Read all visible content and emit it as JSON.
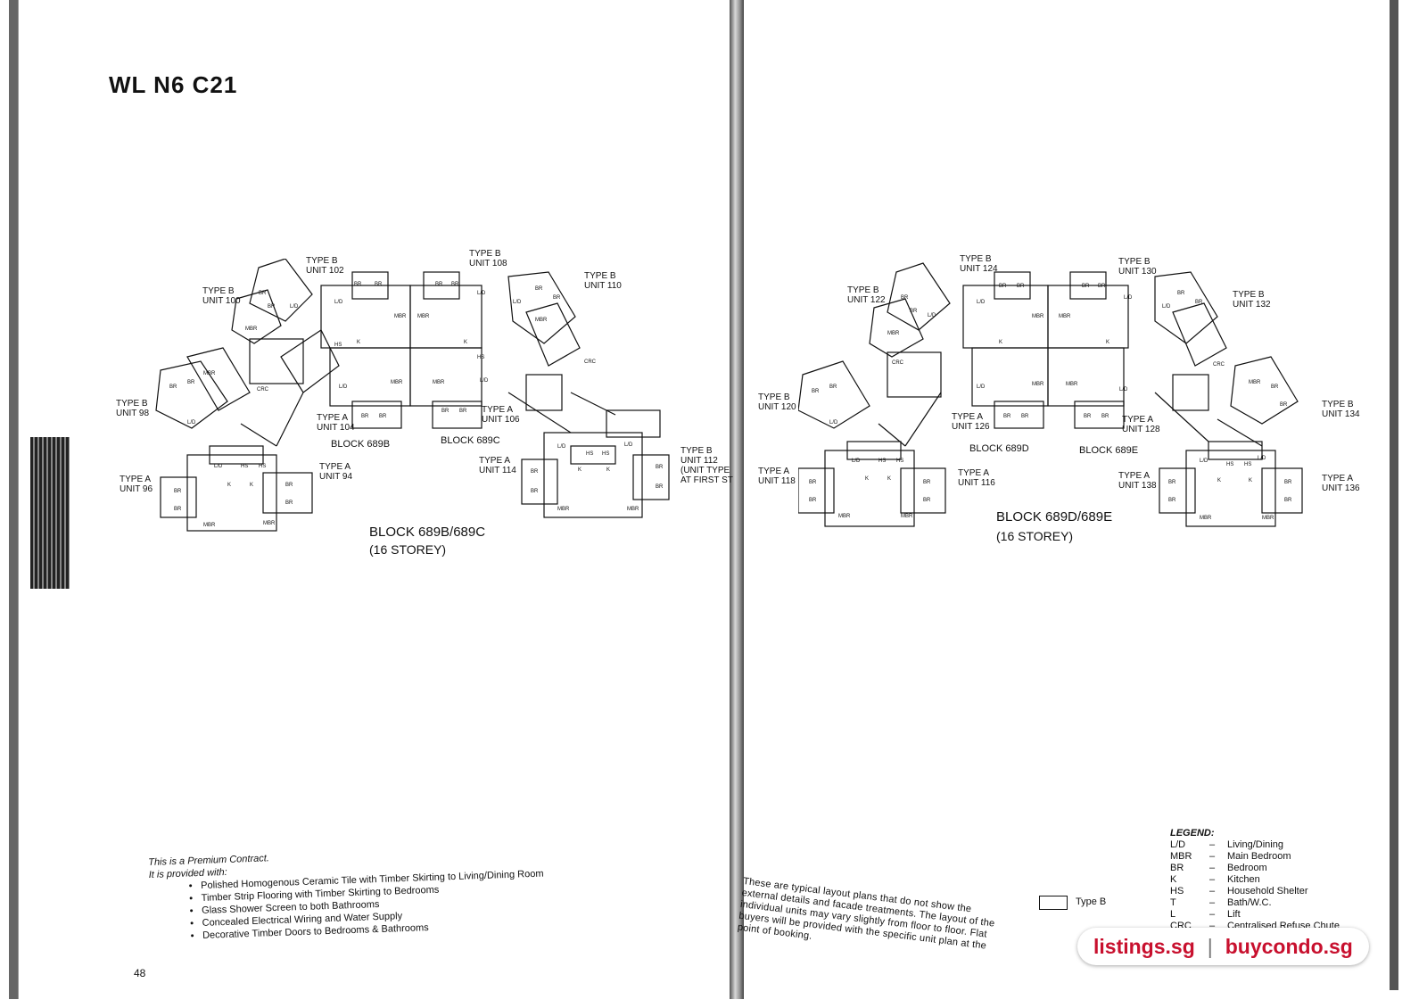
{
  "left_page": {
    "title": "WL N6 C21",
    "page_number": "48",
    "unit_labels": [
      {
        "type": "TYPE B",
        "unit": "UNIT 100"
      },
      {
        "type": "TYPE B",
        "unit": "UNIT 102"
      },
      {
        "type": "TYPE B",
        "unit": "UNIT 108"
      },
      {
        "type": "TYPE B",
        "unit": "UNIT 110"
      },
      {
        "type": "TYPE B",
        "unit": "UNIT 98"
      },
      {
        "type": "TYPE A",
        "unit": "UNIT 104"
      },
      {
        "type": "TYPE A",
        "unit": "UNIT 106"
      },
      {
        "type": "TYPE A",
        "unit": "UNIT 96"
      },
      {
        "type": "TYPE A",
        "unit": "UNIT 94"
      },
      {
        "type": "TYPE A",
        "unit": "UNIT 114"
      },
      {
        "type": "TYPE B",
        "unit": "UNIT 112",
        "note1": "(UNIT TYPE",
        "note2": "AT FIRST ST"
      }
    ],
    "block_labels": [
      "BLOCK 689B",
      "BLOCK 689C"
    ],
    "block_title": "BLOCK 689B/689C",
    "storey": "(16 STOREY)",
    "contract_heading": "This is a Premium Contract.",
    "provided_heading": "It is provided with:",
    "provisions": [
      "Polished Homogenous Ceramic Tile with Timber Skirting to Living/Dining Room",
      "Timber Strip Flooring with Timber Skirting to Bedrooms",
      "Glass Shower Screen to both Bathrooms",
      "Concealed Electrical Wiring and Water Supply",
      "Decorative Timber Doors to Bedrooms & Bathrooms"
    ]
  },
  "right_page": {
    "unit_labels": [
      {
        "type": "TYPE B",
        "unit": "UNIT 122"
      },
      {
        "type": "TYPE B",
        "unit": "UNIT 124"
      },
      {
        "type": "TYPE B",
        "unit": "UNIT 130"
      },
      {
        "type": "TYPE B",
        "unit": "UNIT 132"
      },
      {
        "type": "TYPE B",
        "unit": "UNIT 120"
      },
      {
        "type": "TYPE B",
        "unit": "UNIT 134"
      },
      {
        "type": "TYPE A",
        "unit": "UNIT 126"
      },
      {
        "type": "TYPE A",
        "unit": "UNIT 128"
      },
      {
        "type": "TYPE A",
        "unit": "UNIT 118"
      },
      {
        "type": "TYPE A",
        "unit": "UNIT 116"
      },
      {
        "type": "TYPE A",
        "unit": "UNIT 138"
      },
      {
        "type": "TYPE A",
        "unit": "UNIT 136"
      }
    ],
    "block_labels": [
      "BLOCK 689D",
      "BLOCK 689E"
    ],
    "block_title": "BLOCK 689D/689E",
    "storey": "(16 STOREY)",
    "disclaimer": "These are typical layout plans that do not show the external details and facade treatments. The layout of the individual units may vary slightly from floor to floor. Flat buyers will be provided with the specific unit plan at the point of booking.",
    "type_b_key": "Type B",
    "legend_title": "LEGEND:",
    "legend": [
      {
        "key": "L/D",
        "desc": "Living/Dining"
      },
      {
        "key": "MBR",
        "desc": "Main Bedroom"
      },
      {
        "key": "BR",
        "desc": "Bedroom"
      },
      {
        "key": "K",
        "desc": "Kitchen"
      },
      {
        "key": "HS",
        "desc": "Household Shelter"
      },
      {
        "key": "T",
        "desc": "Bath/W.C."
      },
      {
        "key": "L",
        "desc": "Lift"
      },
      {
        "key": "CRC",
        "desc": "Centralised Refuse Chute"
      }
    ],
    "dash": "–"
  },
  "plan_room_labels": {
    "br": "BR",
    "mbr": "MBR",
    "ld": "L/D",
    "k": "K",
    "hs": "HS",
    "crc": "CRC"
  },
  "watermark": {
    "site_a": "listings.sg",
    "separator": "|",
    "site_b": "buycondo.sg"
  }
}
